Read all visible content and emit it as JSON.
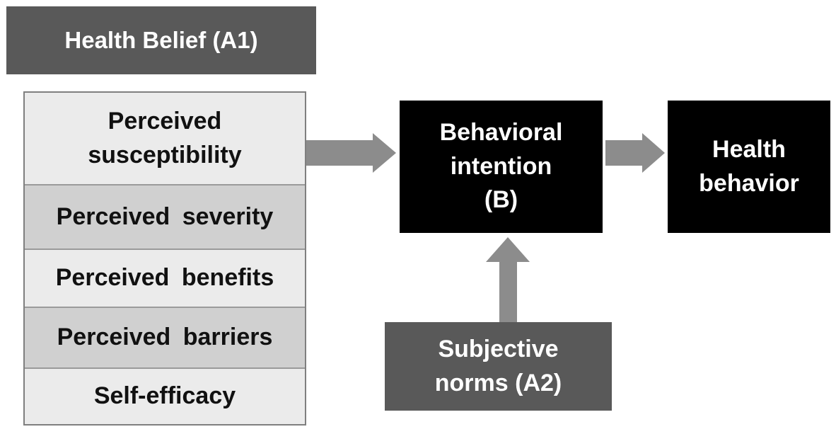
{
  "header": {
    "title": "Health Belief (A1)"
  },
  "factors": [
    {
      "label": "Perceived susceptibility"
    },
    {
      "label": "Perceived severity"
    },
    {
      "label": "Perceived benefits"
    },
    {
      "label": "Perceived barriers"
    },
    {
      "label": "Self-efficacy"
    }
  ],
  "intention": {
    "line1": "Behavioral",
    "line2": "intention",
    "line3": "(B)"
  },
  "behavior": {
    "line1": "Health",
    "line2": "behavior"
  },
  "norms": {
    "line1": "Subjective",
    "line2": "norms (A2)"
  },
  "colors": {
    "header_bg": "#595959",
    "factor_light": "#ebebeb",
    "factor_dark": "#d0d0d0",
    "black_box": "#000000",
    "arrow": "#8c8c8c"
  }
}
